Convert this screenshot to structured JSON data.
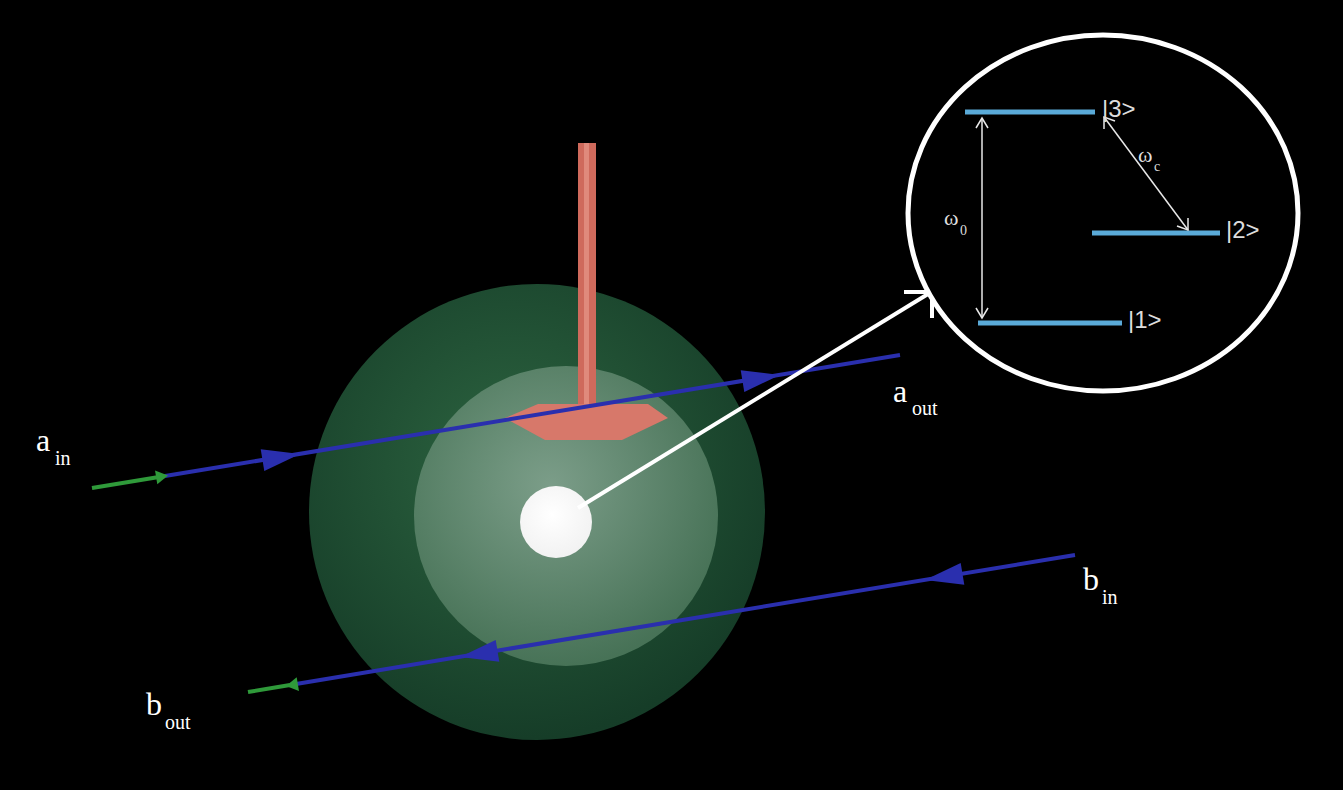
{
  "diagram": {
    "labels": [
      "a",
      "in",
      "a",
      "out",
      "b",
      "in",
      "b",
      "out",
      "|3>",
      "|2>",
      "|1>",
      "ω",
      "0",
      "ω",
      "c"
    ]
  }
}
